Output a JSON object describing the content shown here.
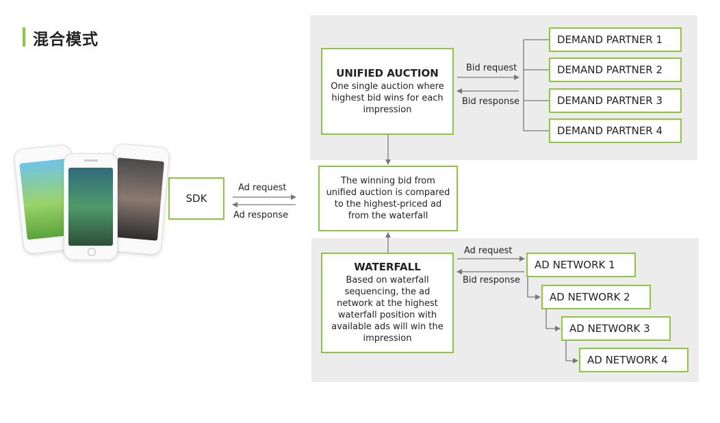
{
  "title": "混合模式",
  "unified": {
    "heading": "UNIFIED AUCTION",
    "lines": [
      "One single auction where",
      "highest bid wins for each",
      "impression"
    ]
  },
  "demand_partners": [
    "DEMAND PARTNER 1",
    "DEMAND PARTNER 2",
    "DEMAND PARTNER 3",
    "DEMAND PARTNER 4"
  ],
  "auction_bid_request": "Bid request",
  "auction_bid_response": "Bid response",
  "sdk": {
    "label": "SDK",
    "ad_request": "Ad request",
    "ad_response": "Ad response"
  },
  "comparison": {
    "lines": [
      "The winning bid from",
      "unified auction is compared",
      "to the highest-priced ad",
      "from the waterfall"
    ]
  },
  "waterfall": {
    "heading": "WATERFALL",
    "lines": [
      "Based on waterfall",
      "sequencing, the ad",
      "network at the highest",
      "waterfall position with",
      "available ads will win the",
      "impression"
    ],
    "ad_request": "Ad request",
    "bid_response": "Bid response"
  },
  "ad_networks": [
    "AD NETWORK 1",
    "AD NETWORK 2",
    "AD NETWORK 3",
    "AD NETWORK 4"
  ],
  "colors": {
    "accent": "#8cc63f",
    "panel": "#ececec",
    "arrow": "#777777"
  }
}
